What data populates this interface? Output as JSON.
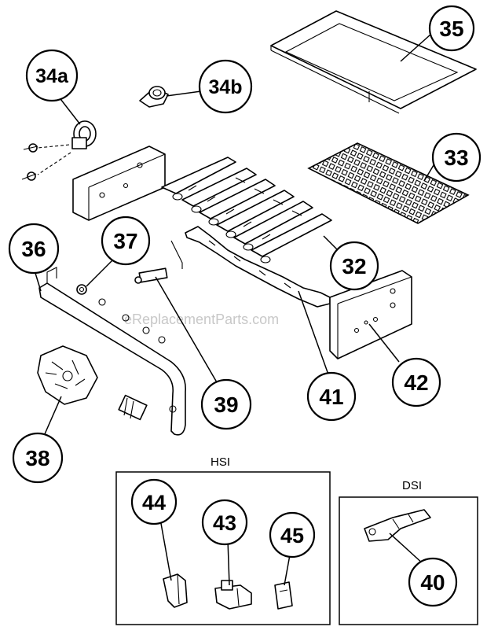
{
  "watermark": "eReplacementParts.com",
  "groups": {
    "hsi_label": "HSI",
    "dsi_label": "DSI"
  },
  "callouts": {
    "c35": "35",
    "c34a": "34a",
    "c34b": "34b",
    "c33": "33",
    "c36": "36",
    "c37": "37",
    "c32": "32",
    "c39": "39",
    "c41": "41",
    "c42": "42",
    "c38": "38",
    "c44": "44",
    "c43": "43",
    "c45": "45",
    "c40": "40"
  }
}
